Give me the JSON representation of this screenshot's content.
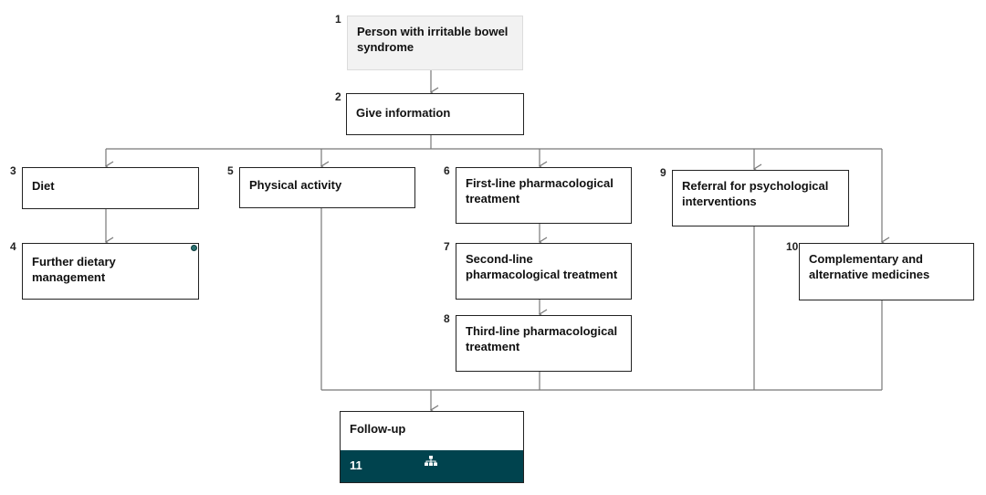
{
  "nodes": {
    "n1": {
      "number": "1",
      "label": "Person with irritable bowel syndrome"
    },
    "n2": {
      "number": "2",
      "label": "Give information"
    },
    "n3": {
      "number": "3",
      "label": "Diet"
    },
    "n4": {
      "number": "4",
      "label": "Further dietary management"
    },
    "n5": {
      "number": "5",
      "label": "Physical activity"
    },
    "n6": {
      "number": "6",
      "label": "First-line pharmacological treatment"
    },
    "n7": {
      "number": "7",
      "label": "Second-line pharmacological treatment"
    },
    "n8": {
      "number": "8",
      "label": "Third-line pharmacological treatment"
    },
    "n9": {
      "number": "9",
      "label": "Referral for psychological interventions"
    },
    "n10": {
      "number": "10",
      "label": "Complementary and alternative medicines"
    },
    "n11": {
      "number": "11",
      "label": "Follow-up"
    }
  },
  "colors": {
    "start_fill": "#f2f2f2",
    "followup_bar": "#00434e",
    "connector": "#777777",
    "indicator_dot": "#2a6f6f"
  },
  "icons": {
    "followup": "hierarchy-icon",
    "further_dietary": "indicator-dot"
  }
}
